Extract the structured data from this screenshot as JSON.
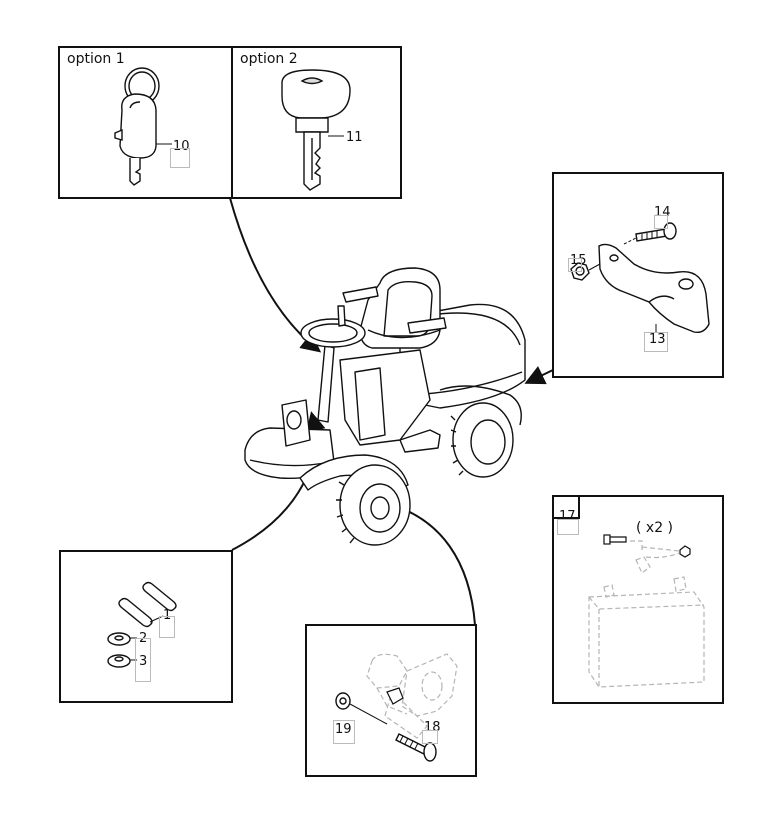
{
  "keys_panel": {
    "option1_label": "option 1",
    "option2_label": "option 2",
    "part_10": "10",
    "part_11": "11"
  },
  "bracket_panel": {
    "part_13": "13",
    "part_14": "14",
    "part_15": "15"
  },
  "pins_panel": {
    "part_1": "1",
    "part_2": "2",
    "part_3": "3"
  },
  "battery_panel": {
    "part_17": "17",
    "quantity": "( x2 )"
  },
  "wheel_panel": {
    "part_18": "18",
    "part_19": "19"
  },
  "colors": {
    "line": "#111111",
    "ghost": "#b5b5b5"
  },
  "icons": [
    "key-icon",
    "ring-key-icon",
    "bolt-icon",
    "nut-icon",
    "bracket-icon",
    "pin-icon",
    "washer-icon",
    "battery-icon",
    "mower-icon"
  ]
}
